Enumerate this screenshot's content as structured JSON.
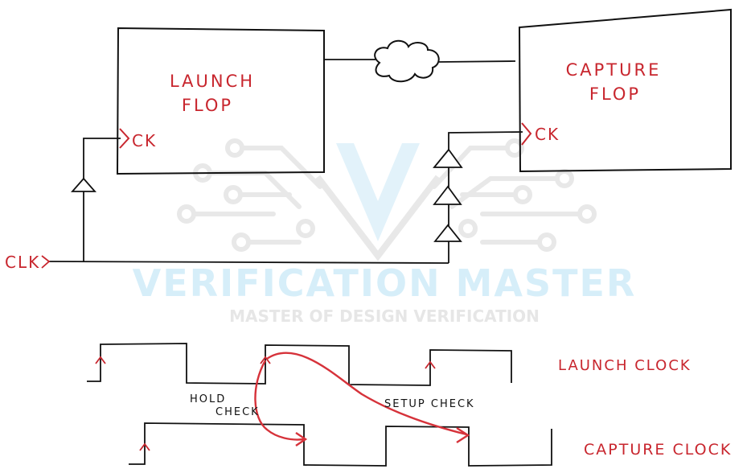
{
  "diagram": {
    "launch_flop_label_line1": "LAUNCH",
    "launch_flop_label_line2": "FLOP",
    "capture_flop_label_line1": "CAPTURE",
    "capture_flop_label_line2": "FLOP",
    "launch_ck_label": "CK",
    "capture_ck_label": "CK",
    "clk_label": "CLK",
    "launch_clock_label": "LAUNCH CLOCK",
    "capture_clock_label": "CAPTURE CLOCK",
    "hold_check_line1": "HOLD",
    "hold_check_line2": "CHECK",
    "setup_check_label": "SETUP CHECK"
  },
  "watermark": {
    "title": "VERIFICATION MASTER",
    "subtitle": "MASTER OF DESIGN VERIFICATION"
  },
  "colors": {
    "ink": "#111111",
    "red_ink": "#c8262e",
    "watermark_light": "#d6eef9",
    "watermark_grey": "#e6e6e6"
  }
}
